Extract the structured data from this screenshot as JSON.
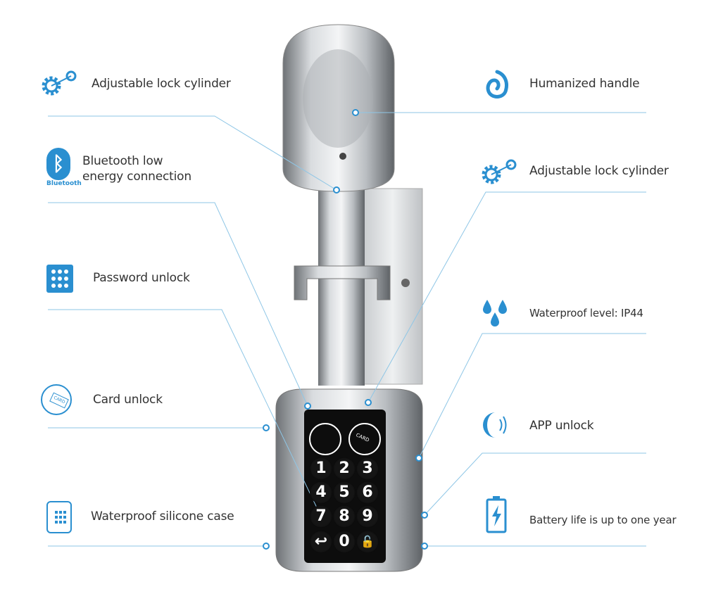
{
  "accent_color": "#2a8fd0",
  "line_color": "#8ec6e6",
  "features_left": [
    {
      "label": "Adjustable lock cylinder",
      "icon": "gears-icon"
    },
    {
      "label": "Bluetooth low energy connection",
      "line1": "Bluetooth low",
      "line2": "energy connection",
      "icon": "bluetooth-icon",
      "icon_caption": "Bluetooth"
    },
    {
      "label": "Password unlock",
      "icon": "keypad-icon"
    },
    {
      "label": "Card unlock",
      "icon": "card-icon",
      "icon_caption": "CARD"
    },
    {
      "label": "Waterproof silicone case",
      "icon": "silicone-case-icon"
    }
  ],
  "features_right": [
    {
      "label": "Humanized handle",
      "icon": "hand-icon"
    },
    {
      "label": "Adjustable lock cylinder",
      "icon": "gears-icon"
    },
    {
      "label": "Waterproof level: IP44",
      "icon": "water-drops-icon"
    },
    {
      "label": "APP unlock",
      "icon": "app-signal-icon"
    },
    {
      "label": "Battery life is up to one year",
      "icon": "battery-icon"
    }
  ],
  "keypad": {
    "keys": [
      "1",
      "2",
      "3",
      "4",
      "5",
      "6",
      "7",
      "8",
      "9",
      "back",
      "0",
      "lock"
    ],
    "card_text": "CARD"
  }
}
